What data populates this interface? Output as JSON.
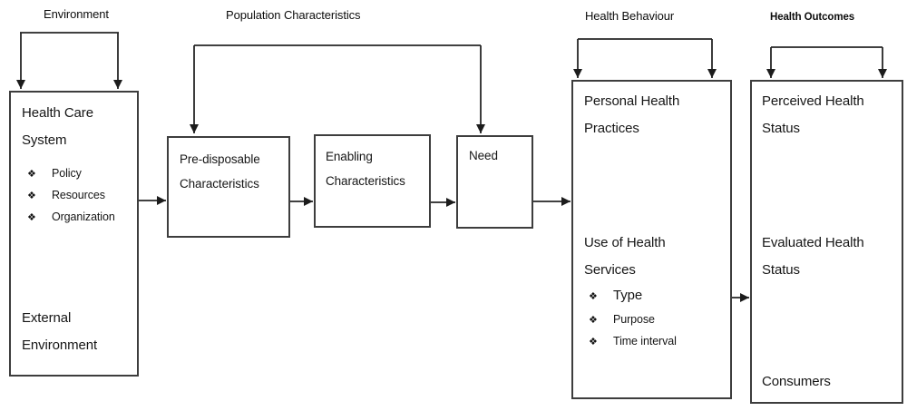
{
  "diagram": {
    "section_labels": {
      "environment": "Environment",
      "population_characteristics": "Population Characteristics",
      "health_behaviour": "Health Behaviour",
      "health_outcomes": "Health Outcomes"
    },
    "bullet_glyph": "❖",
    "colors": {
      "line": "#262626",
      "box_border": "#3d3d3d",
      "text": "#161616",
      "background": "#ffffff"
    },
    "boxes": {
      "health_care_system": {
        "title_line1": "Health Care",
        "title_line2": "System",
        "bullets": [
          "Policy",
          "Resources",
          "Organization"
        ],
        "footer_line1": "External",
        "footer_line2": "Environment"
      },
      "predisposable": {
        "line1": "Pre-disposable",
        "line2": "Characteristics"
      },
      "enabling": {
        "line1": "Enabling",
        "line2": "Characteristics"
      },
      "need": {
        "line1": "Need"
      },
      "personal_health": {
        "title_line1": "Personal Health",
        "title_line2": "Practices",
        "subtitle_line1": "Use of Health",
        "subtitle_line2": "Services",
        "bullets": [
          "Type",
          "Purpose",
          "Time interval"
        ]
      },
      "outcomes": {
        "title_line1": "Perceived Health",
        "title_line2": "Status",
        "subtitle_line1": "Evaluated Health",
        "subtitle_line2": "Status",
        "footer": "Consumers"
      }
    }
  }
}
